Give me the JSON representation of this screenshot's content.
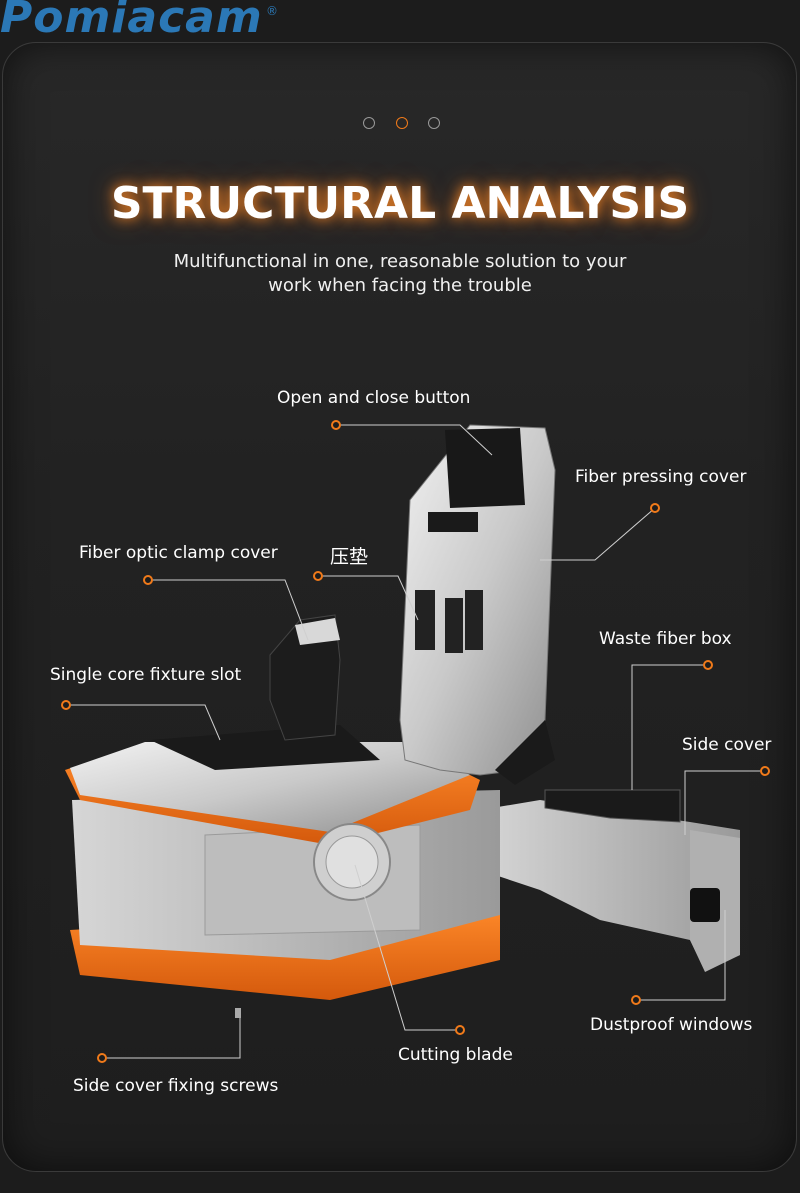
{
  "brand": {
    "name": "Pomiacam",
    "reg": "®"
  },
  "colors": {
    "accent": "#f07a1a",
    "brand": "#2b78b6",
    "background": "#1c1c1c"
  },
  "carousel": {
    "active_index": 1,
    "count": 3
  },
  "headline": "STRUCTURAL ANALYSIS",
  "subline": "Multifunctional in one, reasonable solution to your work when facing the trouble",
  "labels": {
    "open_close_button": "Open and close button",
    "fiber_pressing_cover": "Fiber pressing cover",
    "fiber_optic_clamp_cover": "Fiber optic clamp cover",
    "pressure_pad": "压垫",
    "waste_fiber_box": "Waste fiber box",
    "single_core_fixture_slot": "Single core fixture slot",
    "side_cover": "Side cover",
    "dustproof_windows": "Dustproof windows",
    "cutting_blade": "Cutting blade",
    "side_cover_fixing_screws": "Side cover fixing screws"
  }
}
